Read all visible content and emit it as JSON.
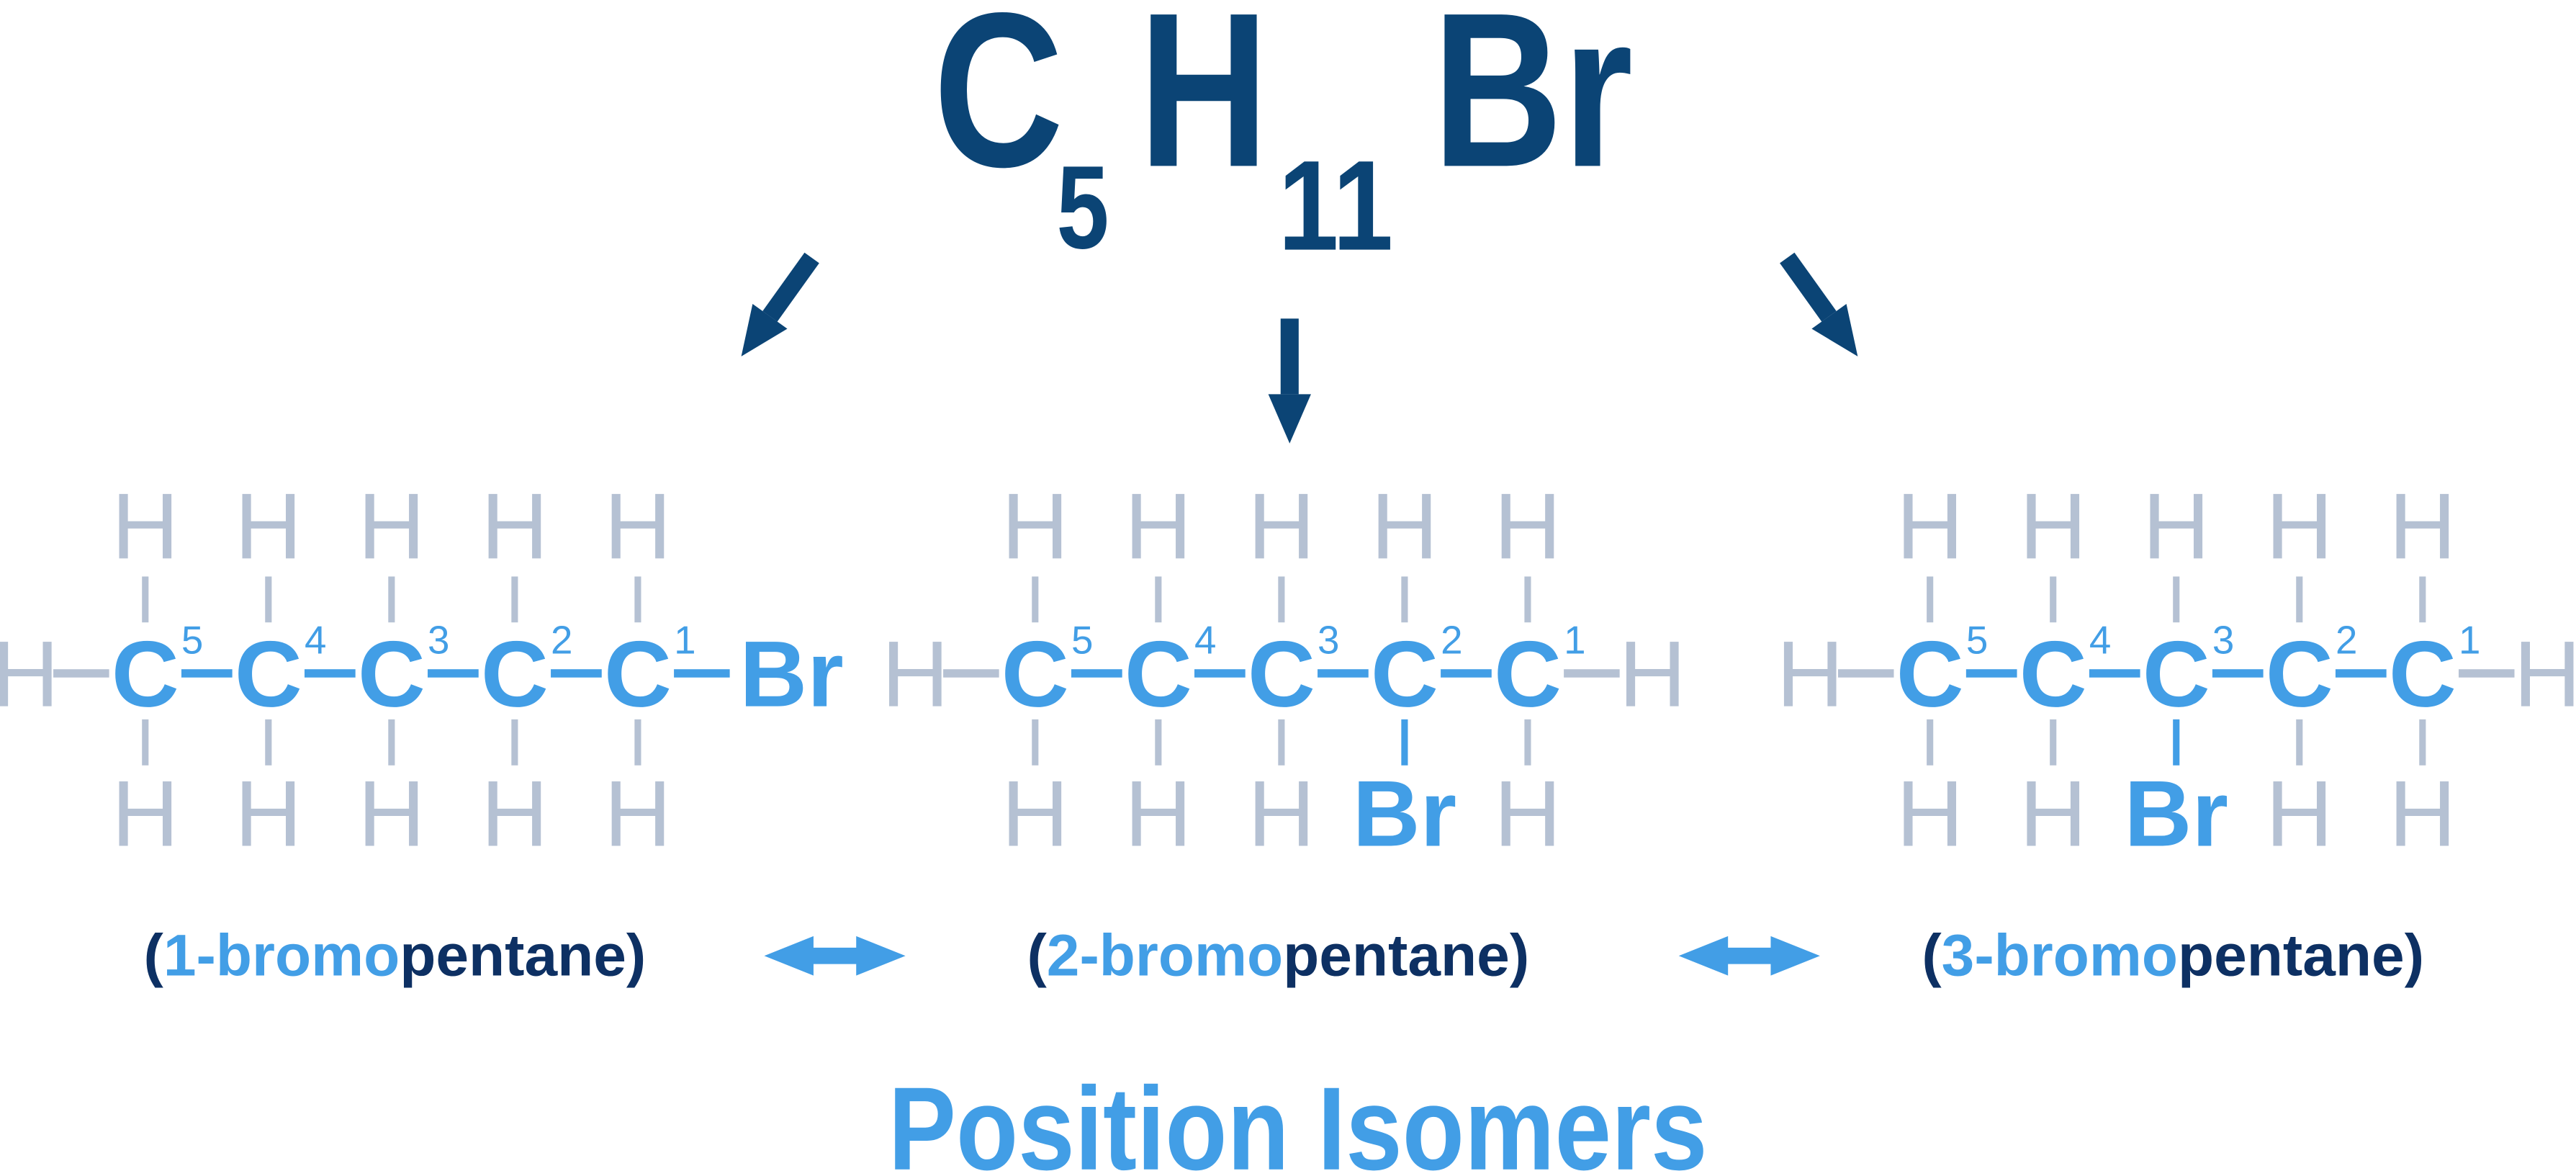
{
  "formula": {
    "c": "C",
    "c_count": "5",
    "h": "H",
    "h_count": "11",
    "br": "Br"
  },
  "atoms": {
    "hydrogen": "H",
    "carbon": "C",
    "bromine": "Br"
  },
  "molecules": [
    {
      "carbon_locants": [
        "5",
        "4",
        "3",
        "2",
        "1"
      ],
      "bromine_on_carbon": "1",
      "name": {
        "open": "(",
        "locant": "1",
        "prefix": "-bromo",
        "parent": "pentane",
        "close": ")"
      }
    },
    {
      "carbon_locants": [
        "5",
        "4",
        "3",
        "2",
        "1"
      ],
      "bromine_on_carbon": "2",
      "name": {
        "open": "(",
        "locant": "2",
        "prefix": "-bromo",
        "parent": "pentane",
        "close": ")"
      }
    },
    {
      "carbon_locants": [
        "5",
        "4",
        "3",
        "2",
        "1"
      ],
      "bromine_on_carbon": "3",
      "name": {
        "open": "(",
        "locant": "3",
        "prefix": "-bromo",
        "parent": "pentane",
        "close": ")"
      }
    }
  ],
  "title": "Position Isomers",
  "colors": {
    "formula": "#0b4475",
    "accent_blue": "#429ee6",
    "hydrogen_gray": "#b5c1d3",
    "name_dark": "#0d3063"
  }
}
